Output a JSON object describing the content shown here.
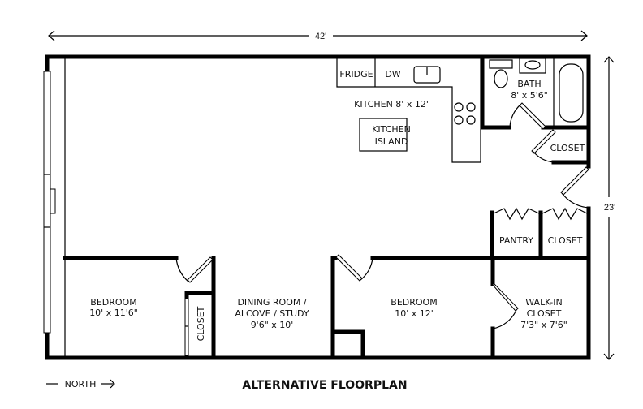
{
  "dimensions": {
    "width_label": "42'",
    "height_label": "23'"
  },
  "kitchen": {
    "fridge": "FRIDGE",
    "dishwasher": "DW",
    "label": "KITCHEN 8' x 12'",
    "island_line1": "KITCHEN",
    "island_line2": "ISLAND"
  },
  "bath": {
    "name": "BATH",
    "size": "8' x 5'6\""
  },
  "closet_bath": "CLOSET",
  "pantry": "PANTRY",
  "closet_entry": "CLOSET",
  "bedroom1": {
    "name": "BEDROOM",
    "size": "10' x 11'6\""
  },
  "closet_bedroom1": "CLOSET",
  "dining": {
    "line1": "DINING ROOM /",
    "line2": "ALCOVE / STUDY",
    "size": "9'6\" x 10'"
  },
  "bedroom2": {
    "name": "BEDROOM",
    "size": "10' x 12'"
  },
  "walkin": {
    "line1": "WALK-IN",
    "line2": "CLOSET",
    "size": "7'3\" x 7'6\""
  },
  "footer": {
    "north": "NORTH",
    "title": "ALTERNATIVE FLOORPLAN"
  }
}
